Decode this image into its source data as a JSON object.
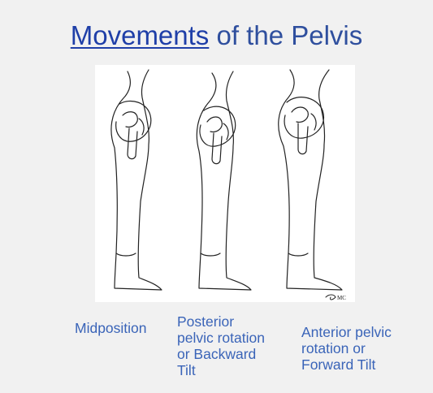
{
  "title": {
    "link_word": "Movements",
    "rest": " of the Pelvis"
  },
  "figure": {
    "signature": "MC"
  },
  "captions": [
    {
      "lines": [
        "Midposition"
      ]
    },
    {
      "lines": [
        "Posterior",
        "pelvic rotation",
        "or  Backward",
        "Tilt"
      ]
    },
    {
      "lines": [
        "Anterior pelvic",
        "rotation or",
        "Forward Tilt"
      ]
    }
  ],
  "colors": {
    "background": "#f1f1f1",
    "title_text": "#2f4f9e",
    "caption_text": "#3a64b8",
    "line_art": "#222222"
  }
}
